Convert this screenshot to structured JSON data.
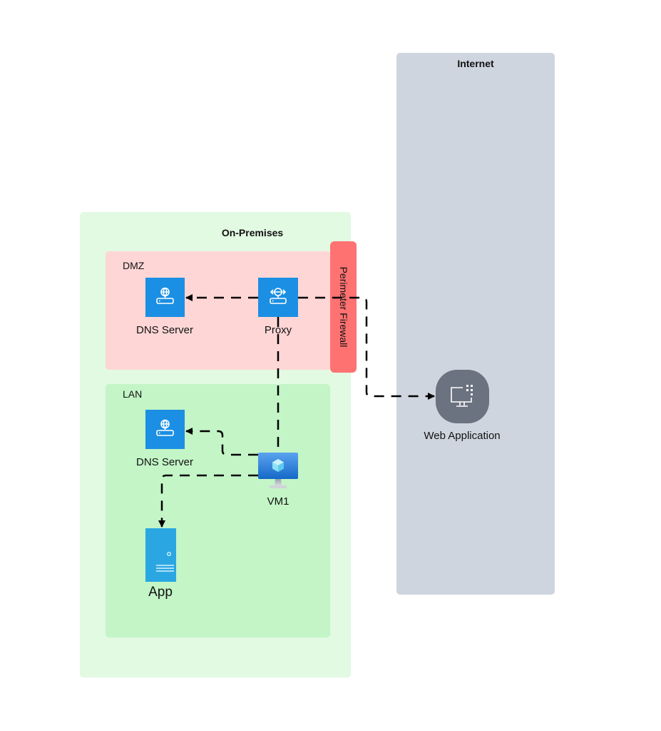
{
  "zones": {
    "internet": {
      "title": "Internet",
      "color": "#cfd5de"
    },
    "on_premises": {
      "title": "On-Premises",
      "color": "#e2f9e2"
    },
    "dmz": {
      "label": "DMZ",
      "color": "#ffd6d6"
    },
    "lan": {
      "label": "LAN",
      "color": "#c3f5c6"
    }
  },
  "firewall": {
    "label": "Perimeter Firewall",
    "color": "#ff7272"
  },
  "nodes": {
    "dmz_dns": {
      "label": "DNS Server",
      "icon": "dns-server-icon"
    },
    "proxy": {
      "label": "Proxy",
      "icon": "proxy-icon"
    },
    "lan_dns": {
      "label": "DNS Server",
      "icon": "dns-server-icon"
    },
    "vm1": {
      "label": "VM1",
      "icon": "virtual-machine-icon"
    },
    "app": {
      "label": "App",
      "icon": "app-server-icon"
    },
    "web_app": {
      "label": "Web Application",
      "icon": "web-application-icon"
    }
  },
  "edges": [
    {
      "from": "proxy",
      "to": "dmz_dns",
      "style": "dashed"
    },
    {
      "from": "proxy",
      "to": "web_app",
      "style": "dashed",
      "via": "firewall"
    },
    {
      "from": "proxy",
      "to": "vm1",
      "style": "dashed"
    },
    {
      "from": "vm1",
      "to": "lan_dns",
      "style": "dashed"
    },
    {
      "from": "vm1",
      "to": "app",
      "style": "dashed"
    }
  ],
  "colors": {
    "icon_blue": "#1b8fe3",
    "app_blue": "#2aa7e2",
    "web_app_gray": "#6b7280",
    "edge": "#000000"
  }
}
